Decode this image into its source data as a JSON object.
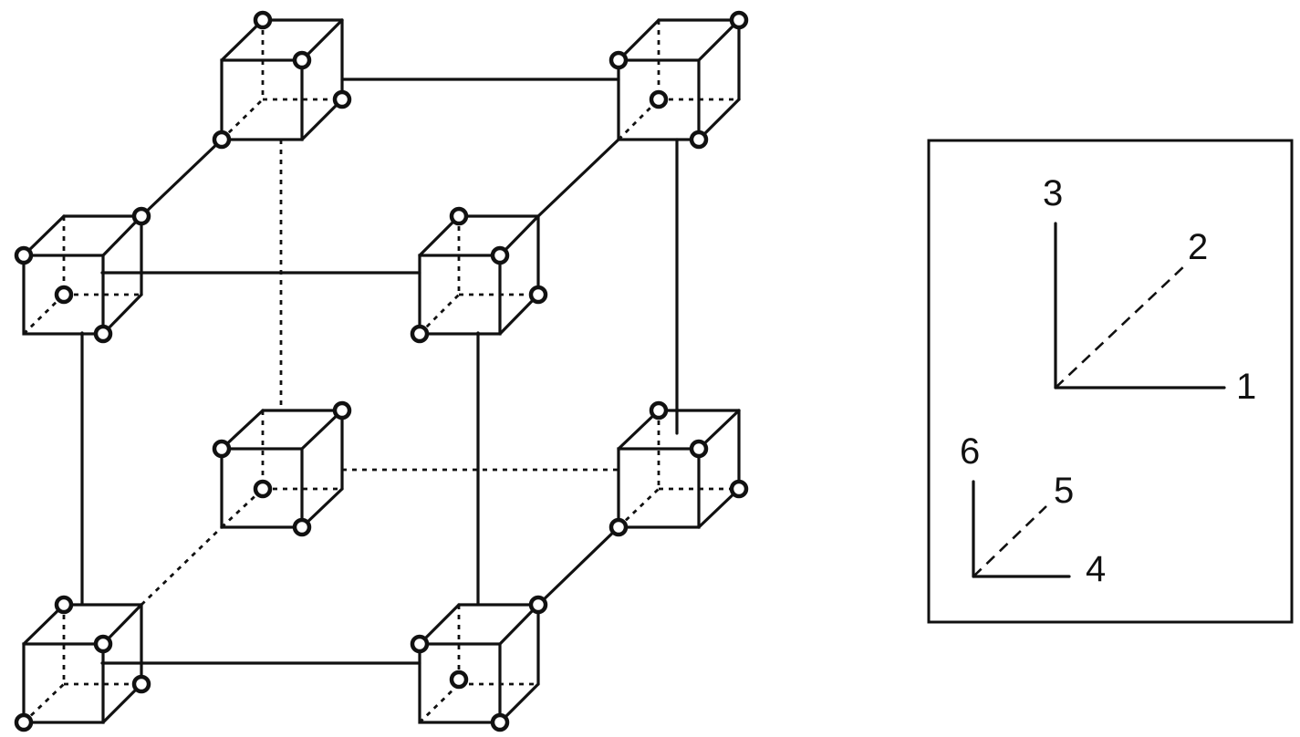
{
  "legend": {
    "axes_large": {
      "x_label": "1",
      "y_label": "2",
      "z_label": "3"
    },
    "axes_small": {
      "x_label": "4",
      "y_label": "5",
      "z_label": "6"
    }
  },
  "colors": {
    "line": "#111111",
    "background": "#ffffff",
    "node_fill": "#ffffff"
  }
}
